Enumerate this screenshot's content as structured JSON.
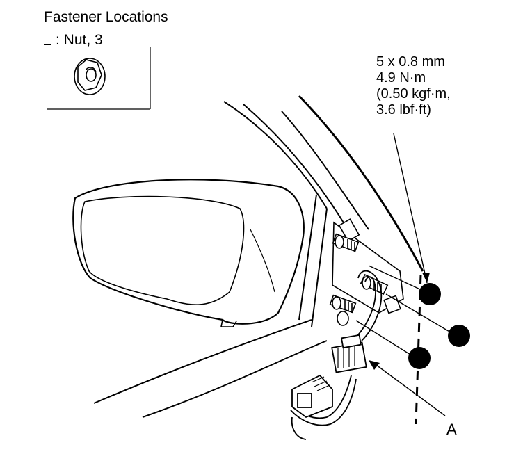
{
  "legend": {
    "title": "Fastener Locations",
    "item_label": ": Nut, 3",
    "nut_icon": "flange-nut-icon"
  },
  "spec": {
    "lines": [
      "5 x 0.8 mm",
      "4.9 N·m",
      "(0.50 kgf·m,",
      "3.6 lbf·ft)"
    ]
  },
  "callouts": {
    "connector": "A"
  },
  "colors": {
    "line": "#000000",
    "background": "#ffffff",
    "marker": "#000000"
  }
}
